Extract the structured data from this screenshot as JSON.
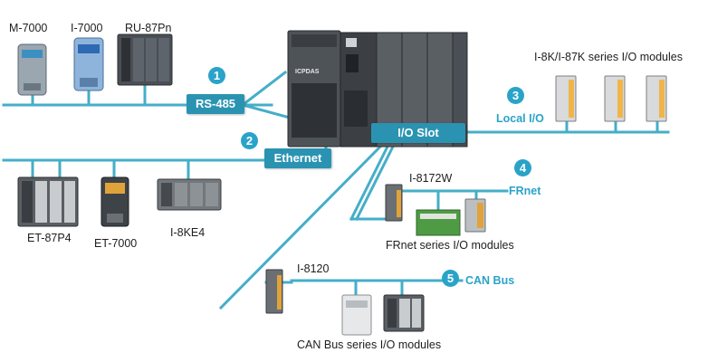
{
  "devices": {
    "m7000": "M-7000",
    "i7000": "I-7000",
    "ru87pn": "RU-87Pn",
    "et87p4": "ET-87P4",
    "et7000": "ET-7000",
    "i8ke4": "I-8KE4",
    "i8k_series": "I-8K/I-87K series I/O modules",
    "i8172w": "I-8172W",
    "frnet_series": "FRnet series I/O modules",
    "i8120": "I-8120",
    "can_series": "CAN Bus series I/O modules"
  },
  "buses": {
    "rs485": "RS-485",
    "ethernet": "Ethernet",
    "io_slot": "I/O Slot",
    "local_io": "Local I/O",
    "frnet": "FRnet",
    "can_bus": "CAN Bus"
  },
  "numbers": [
    "1",
    "2",
    "3",
    "4",
    "5"
  ],
  "controller": {
    "brand": "ICPDAS"
  },
  "colors": {
    "line": "#45aec8",
    "bus_box": "#2a93b2",
    "accent_text": "#2aa3c9"
  }
}
